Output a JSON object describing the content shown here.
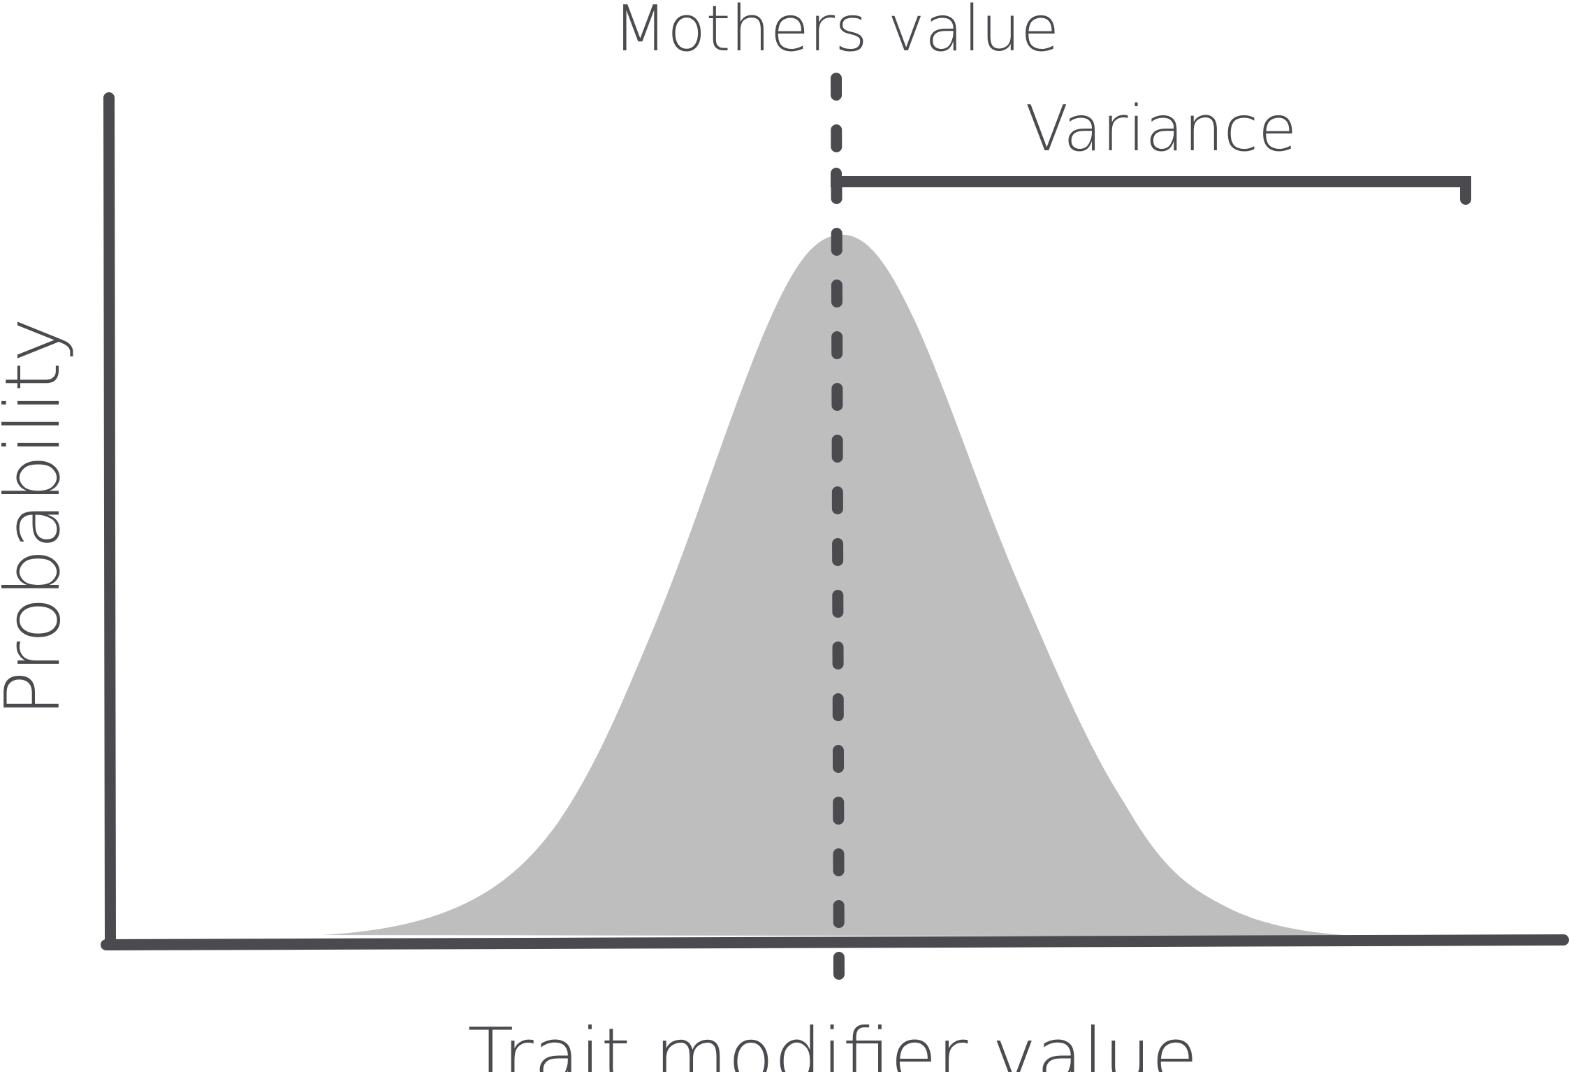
{
  "diagram": {
    "type": "normal-distribution-illustration",
    "x_axis_label": "Trait modifier value",
    "y_axis_label": "Probability",
    "mean_marker_label": "Mothers value",
    "spread_bracket_label": "Variance",
    "colors": {
      "ink": "#4b4a4f",
      "curve_fill": "#bebebe",
      "background": "#ffffff"
    }
  }
}
